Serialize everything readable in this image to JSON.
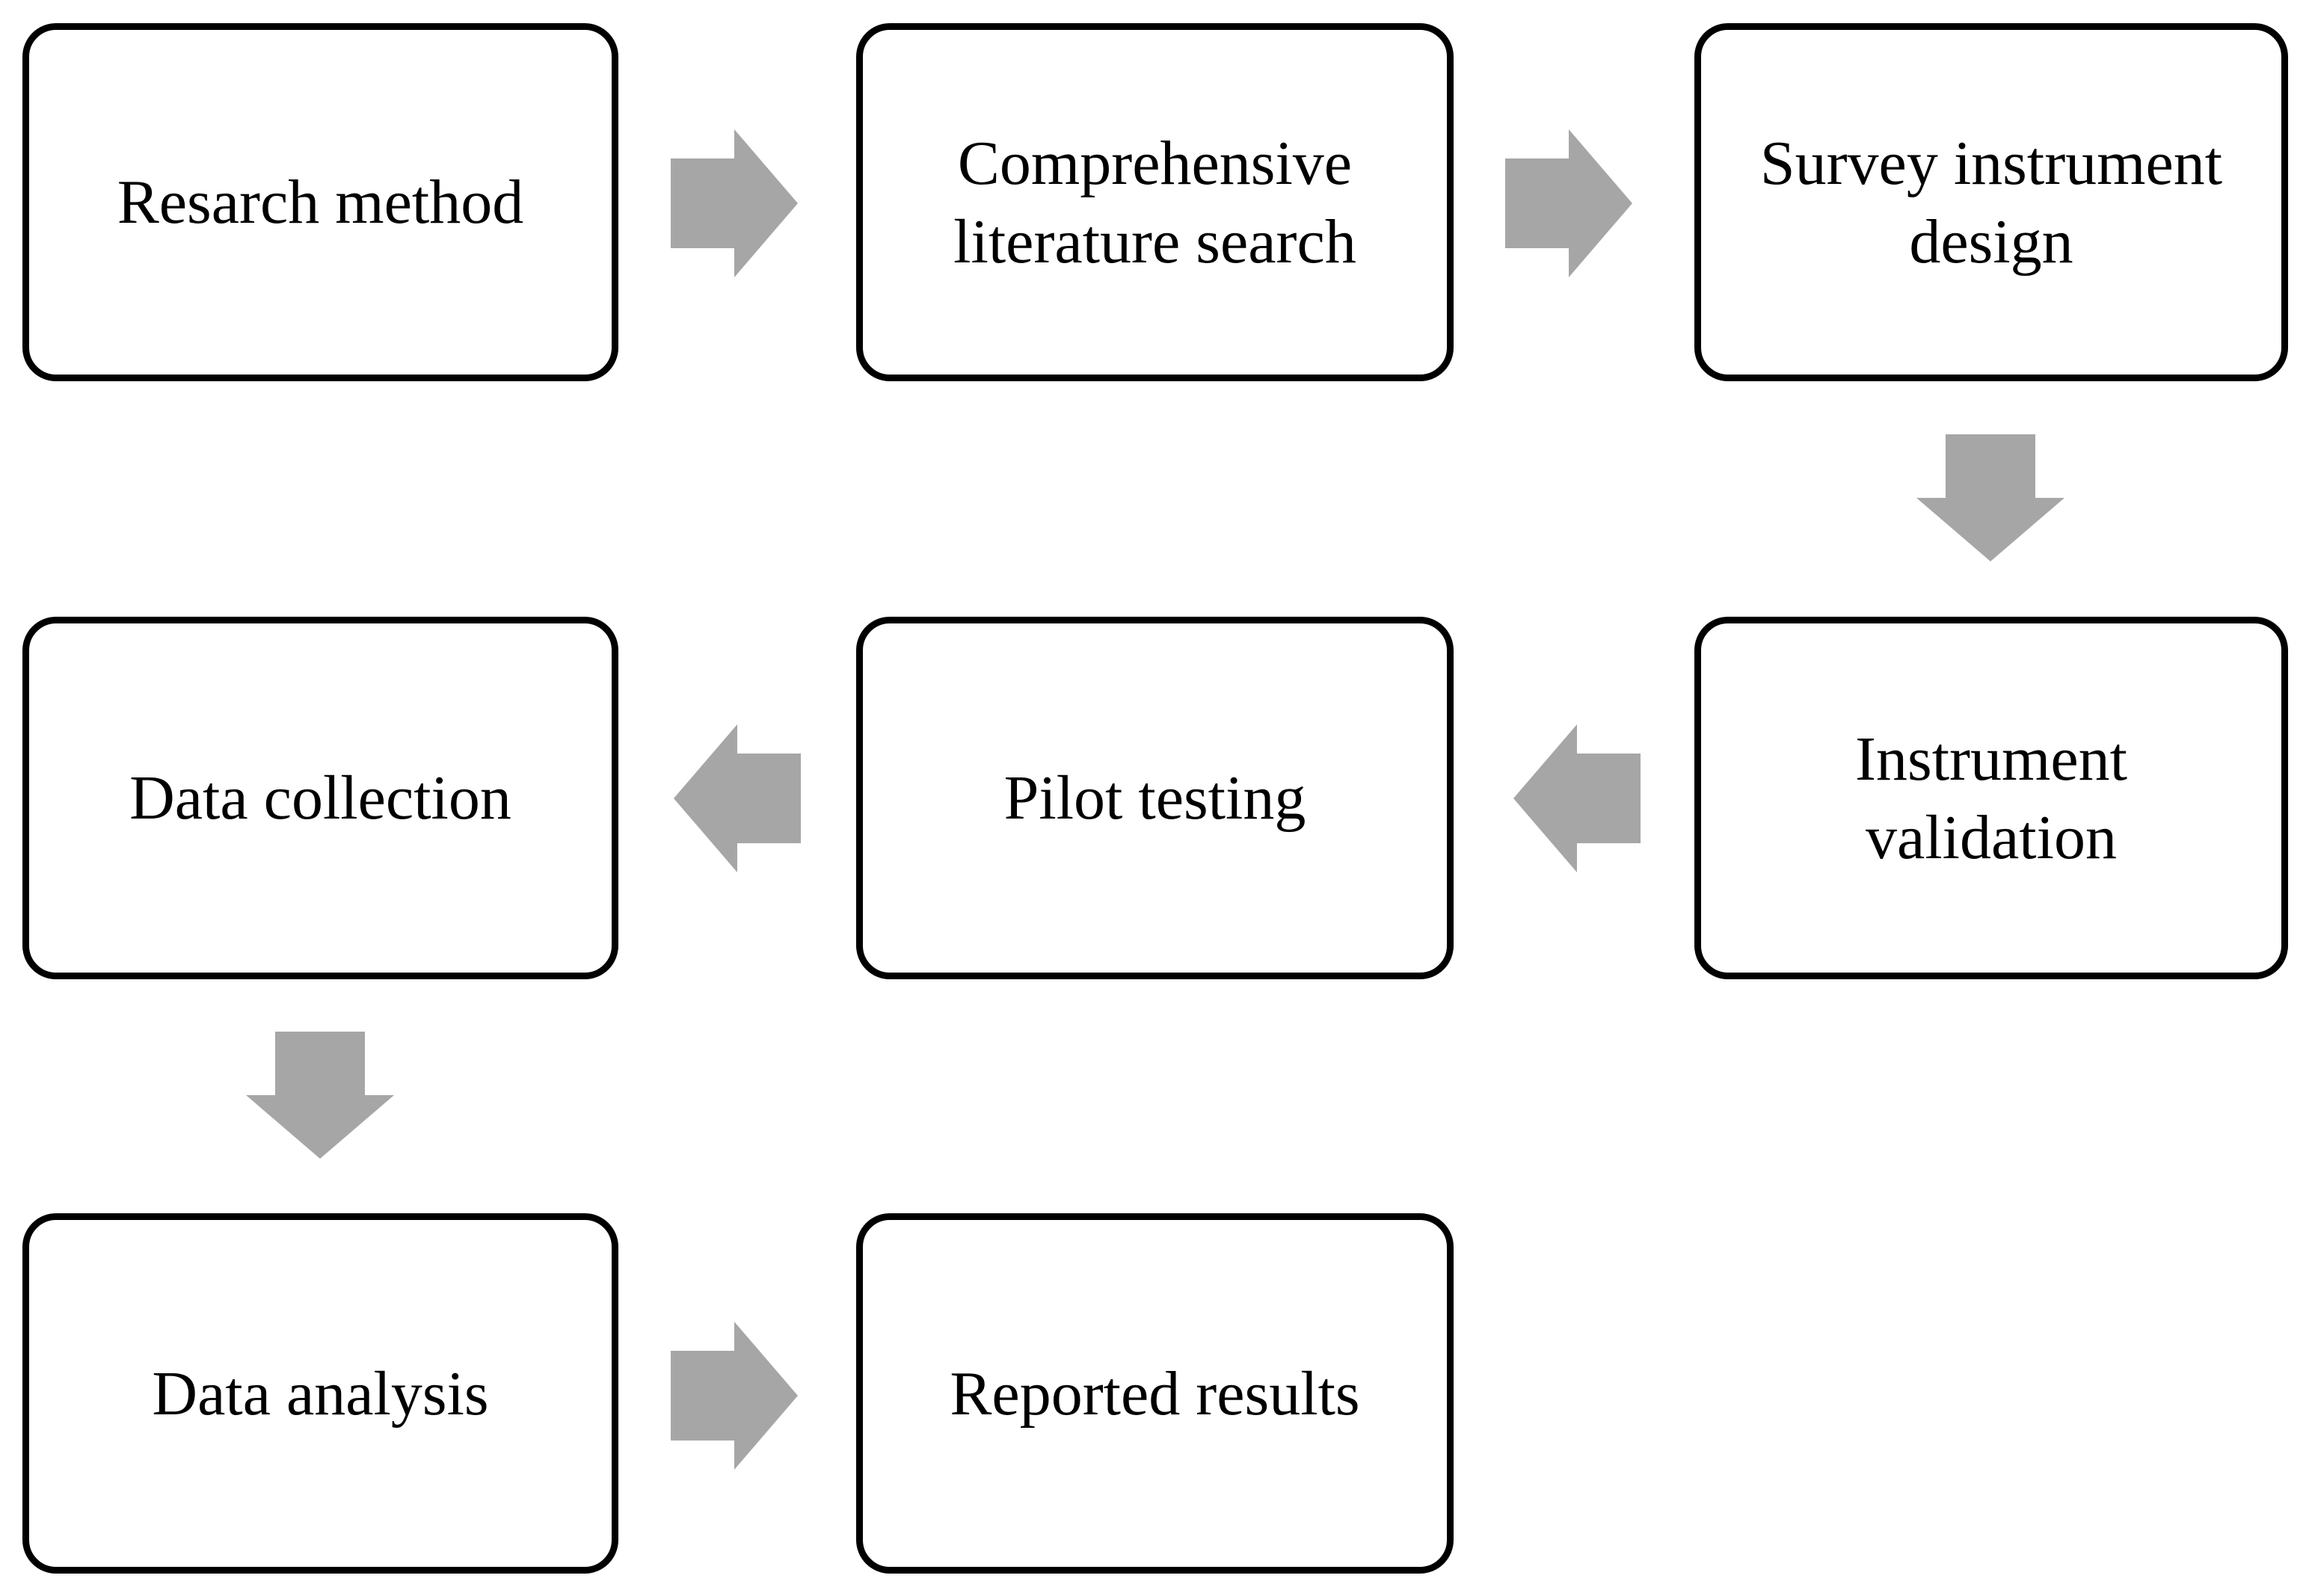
{
  "figure": {
    "type": "flowchart",
    "background_color": "#ffffff",
    "box_fill_color": "#ffffff",
    "box_border_color": "#000000",
    "text_color": "#000000",
    "arrow_color": "#a6a6a6",
    "nodes": [
      {
        "id": "research-method",
        "label": "Resarch method"
      },
      {
        "id": "comprehensive-literature-search",
        "label": "Comprehensive\nliterature search"
      },
      {
        "id": "survey-instrument-design",
        "label": "Survey instrument\ndesign"
      },
      {
        "id": "instrument-validation",
        "label": "Instrument\nvalidation"
      },
      {
        "id": "pilot-testing",
        "label": "Pilot testing"
      },
      {
        "id": "data-collection",
        "label": "Data collection"
      },
      {
        "id": "data-analysis",
        "label": "Data analysis"
      },
      {
        "id": "reported-results",
        "label": "Reported results"
      }
    ],
    "connectors": [
      {
        "from": "Resarch method",
        "to": "Comprehensive literature search",
        "direction": "right"
      },
      {
        "from": "Comprehensive literature search",
        "to": "Survey instrument design",
        "direction": "right"
      },
      {
        "from": "Survey instrument design",
        "to": "Instrument validation",
        "direction": "down"
      },
      {
        "from": "Instrument validation",
        "to": "Pilot testing",
        "direction": "left"
      },
      {
        "from": "Pilot testing",
        "to": "Data collection",
        "direction": "left"
      },
      {
        "from": "Data collection",
        "to": "Data analysis",
        "direction": "down"
      },
      {
        "from": "Data analysis",
        "to": "Reported results",
        "direction": "right"
      }
    ]
  }
}
